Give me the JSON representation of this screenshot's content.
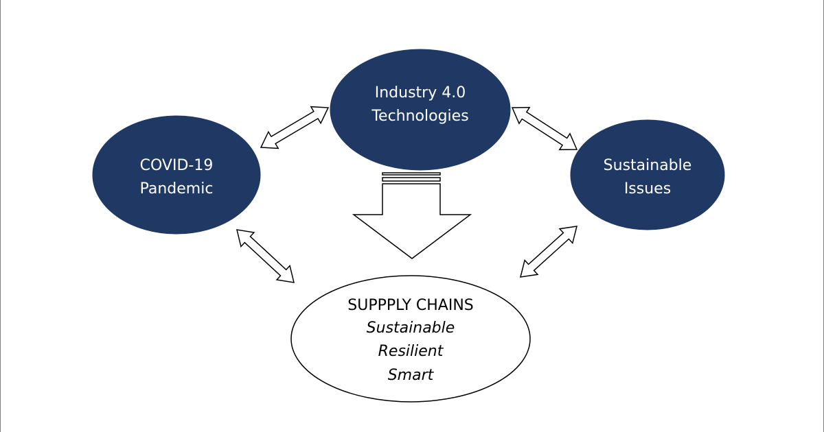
{
  "colors": {
    "node_fill": "#1f3864",
    "node_text": "#ffffff",
    "outline": "#000000",
    "background": "#ffffff"
  },
  "nodes": {
    "industry": {
      "line1": "Industry 4.0",
      "line2": "Technologies"
    },
    "covid": {
      "line1": "COVID-19",
      "line2": "Pandemic"
    },
    "sustainable_issues": {
      "line1": "Sustainable",
      "line2": "Issues"
    }
  },
  "supply_chains": {
    "title": "SUPPPLY CHAINS",
    "items": [
      "Sustainable",
      "Resilient",
      "Smart"
    ]
  }
}
